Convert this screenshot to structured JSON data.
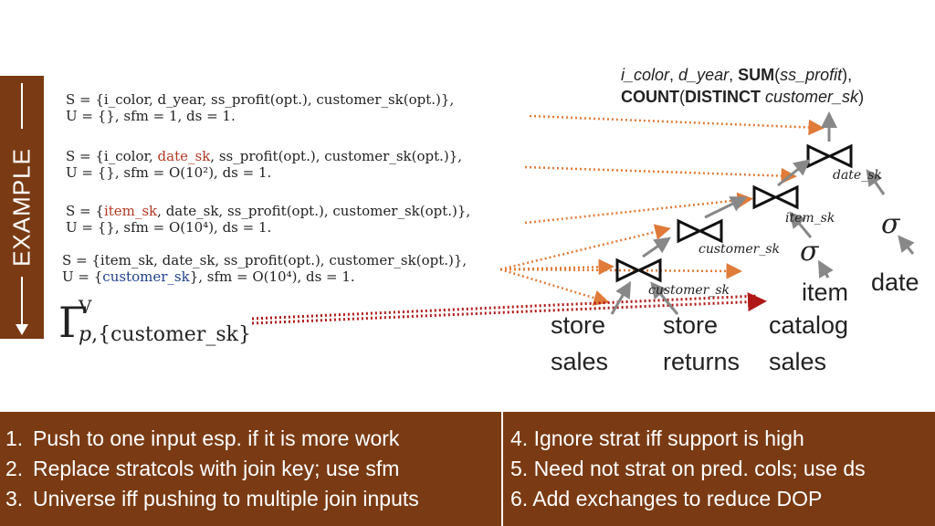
{
  "sidebar": {
    "label": "EXAMPLE"
  },
  "formulas": [
    {
      "s_parts": [
        "S = {i_color, d_year, ss_profit(opt.), customer_sk(opt.)},"
      ],
      "u_line": "U = {}, sfm = 1, ds = 1."
    },
    {
      "s_pre": "S = {i_color, ",
      "s_red": "date_sk",
      "s_post": ", ss_profit(opt.), customer_sk(opt.)},",
      "u_line": "U = {}, sfm = O(10²), ds = 1."
    },
    {
      "s_pre": "S = {",
      "s_red": "item_sk",
      "s_post": ", date_sk, ss_profit(opt.), customer_sk(opt.)},",
      "u_line": "U = {}, sfm = O(10⁴), ds = 1."
    },
    {
      "s_line": "S = {item_sk, date_sk, ss_profit(opt.), customer_sk(opt.)},",
      "u_pre": "U = {",
      "u_blue": "customer_sk",
      "u_post": "}, sfm = O(10⁴), ds = 1."
    }
  ],
  "gamma": {
    "symbol": "Γ",
    "sup": "V",
    "sub_p": "p",
    "sub_rest": ",{customer_sk}"
  },
  "top_result": {
    "line1_i1": "i_color",
    "line1_c1": ", ",
    "line1_i2": "d_year",
    "line1_c2": ", ",
    "line1_b": "SUM",
    "line1_p1": "(",
    "line1_i3": "ss_profit",
    "line1_p2": "),",
    "line2_b1": "COUNT",
    "line2_p1": "(",
    "line2_b2": "DISTINCT",
    "line2_sp": " ",
    "line2_i": "customer_sk",
    "line2_p2": ")"
  },
  "tree": {
    "join_labels": [
      "date_sk",
      "item_sk",
      "customer_sk",
      "customer_sk"
    ],
    "sigma": "σ",
    "tables": {
      "store_sales": [
        "store",
        "sales"
      ],
      "store_returns": [
        "store",
        "returns"
      ],
      "catalog_sales": [
        "catalog",
        "sales"
      ],
      "item": "item",
      "date": "date"
    }
  },
  "notes_left": [
    {
      "num": "1.",
      "text": "Push to one input esp. if it is more work"
    },
    {
      "num": "2.",
      "text": "Replace stratcols with join key; use sfm"
    },
    {
      "num": "3.",
      "text": "Universe iff pushing to multiple join inputs"
    }
  ],
  "notes_right": [
    "4. Ignore strat iff support is high",
    "5. Need not strat on pred. cols; use ds",
    "6. Add exchanges to reduce DOP"
  ],
  "colors": {
    "accent": "#7a3b14",
    "arrow_orange": "#e07b39",
    "arrow_red": "#b01818",
    "highlight_red": "#b23a24",
    "highlight_blue": "#1f3f8f"
  }
}
